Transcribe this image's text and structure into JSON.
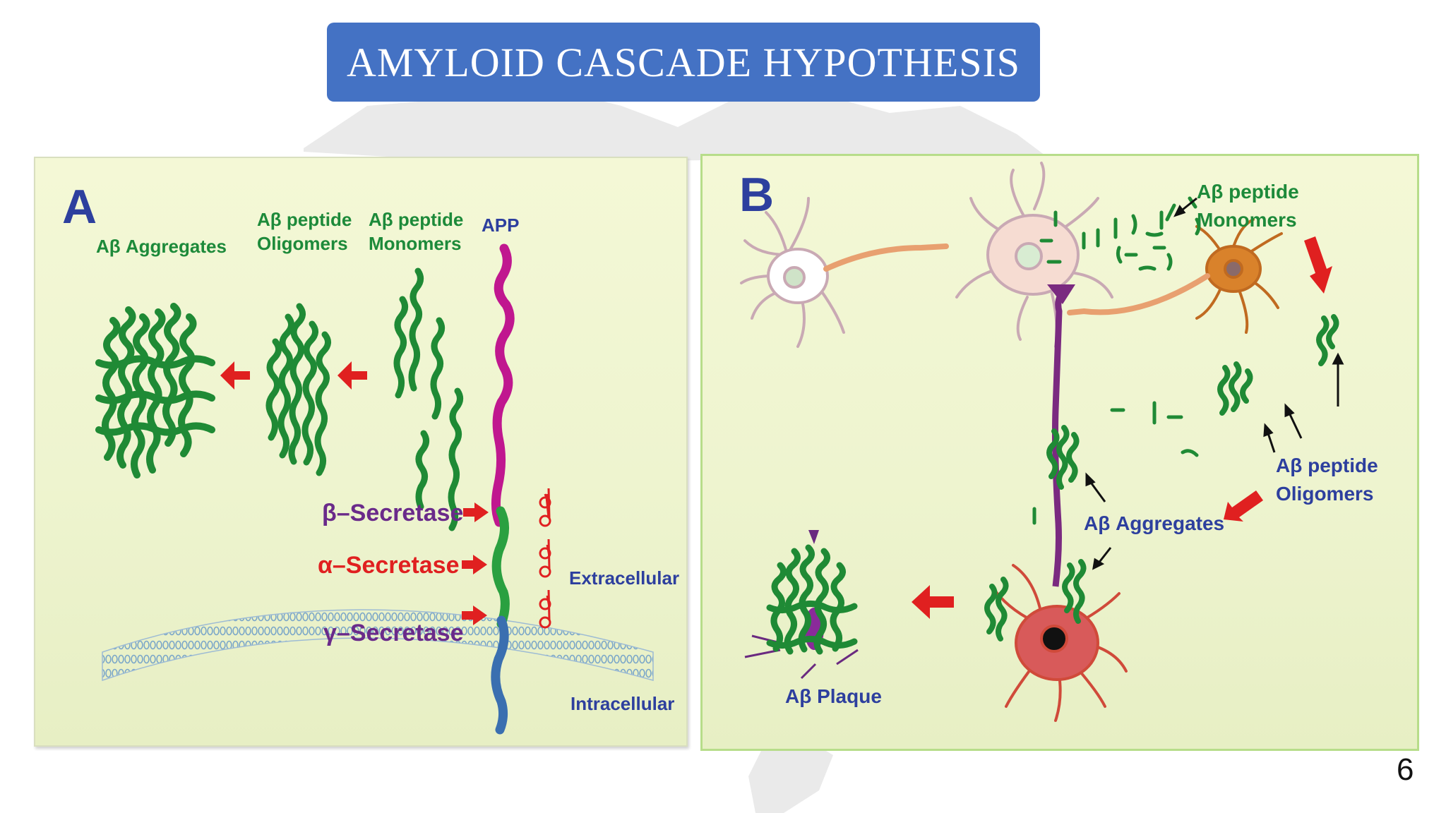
{
  "slide": {
    "title": "AMYLOID CASCADE HYPOTHESIS",
    "page_number": "6",
    "colors": {
      "banner": "#4472c4",
      "label_blue": "#2d3f9e",
      "label_green": "#1d8a3a",
      "arrow_red": "#e02020",
      "beta_purple": "#6a2a8a"
    }
  },
  "panel_a": {
    "letter": "A",
    "aggregates_label": "Aβ Aggregates",
    "oligomers_label": [
      "Aβ peptide",
      "Oligomers"
    ],
    "monomers_label": [
      "Aβ peptide",
      "Monomers"
    ],
    "app_label": "APP",
    "beta_secretase": "β–Secretase",
    "alpha_secretase": "α–Secretase",
    "gamma_secretase": "γ–Secretase",
    "extracellular": "Extracellular",
    "intracellular": "Intracellular"
  },
  "panel_b": {
    "letter": "B",
    "monomers_label": [
      "Aβ peptide",
      "Monomers"
    ],
    "oligomers_label": [
      "Aβ peptide",
      "Oligomers"
    ],
    "aggregates_label": "Aβ Aggregates",
    "plaque_label": "Aβ Plaque"
  }
}
